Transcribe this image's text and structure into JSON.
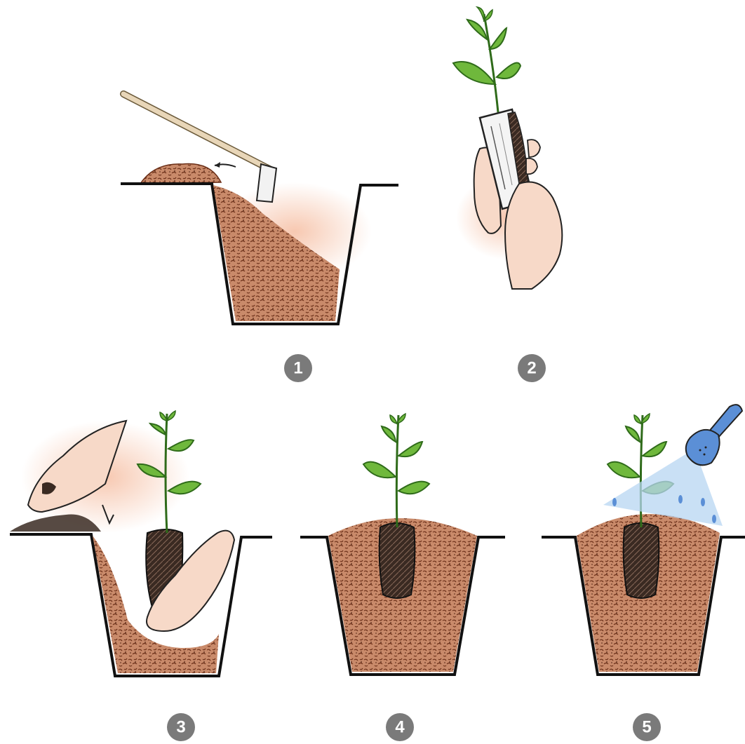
{
  "colors": {
    "background": "#ffffff",
    "soil": "#c98a6a",
    "soil_dark": "#7a3b22",
    "soil_glow": "#f6c2a8",
    "ground_line": "#111111",
    "leaf": "#6fb83c",
    "leaf_dark": "#2f6b1a",
    "skin": "#f7d9c8",
    "root_ball": "#3a2a22",
    "watering_can": "#5b8fd6",
    "water": "#b7d6f2",
    "hoe_handle": "#e8d6b8",
    "badge": "#7a7a7a"
  },
  "steps": [
    {
      "number": "1",
      "icon": "hoe-digging-hole-icon"
    },
    {
      "number": "2",
      "icon": "hands-removing-pot-icon"
    },
    {
      "number": "3",
      "icon": "hand-backfilling-soil-icon"
    },
    {
      "number": "4",
      "icon": "planted-seedling-icon"
    },
    {
      "number": "5",
      "icon": "watering-can-icon"
    }
  ]
}
